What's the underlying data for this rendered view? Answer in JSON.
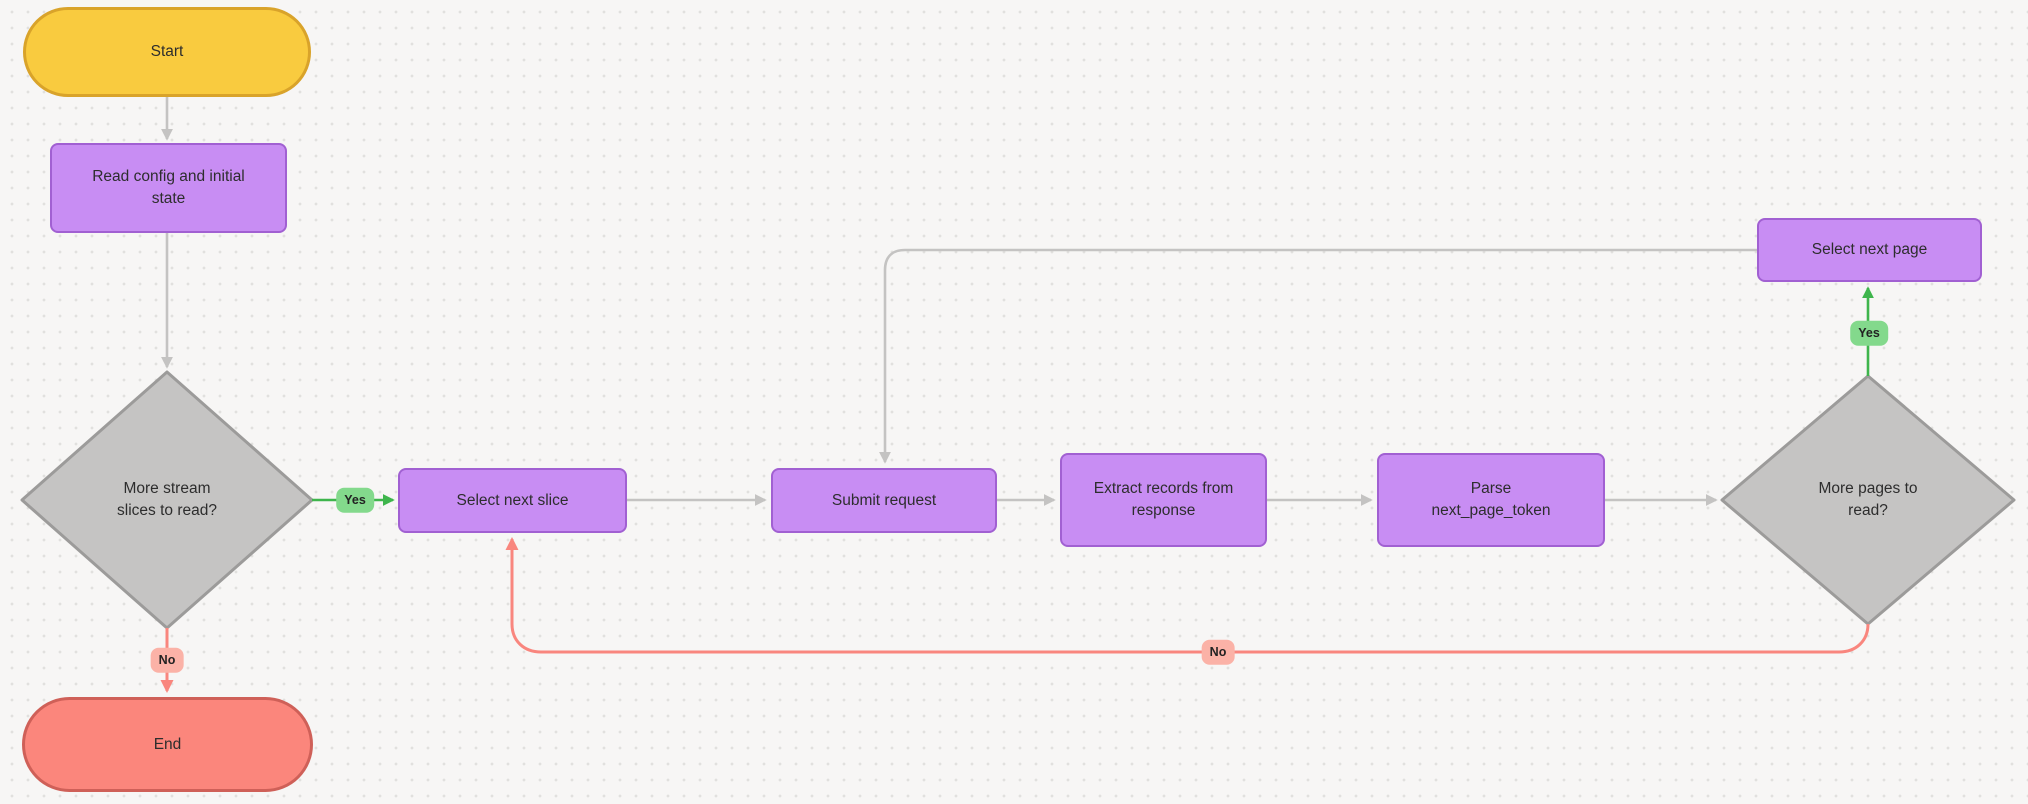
{
  "colors": {
    "bg": "#f7f6f5",
    "dot": "#e1e0de",
    "node_text": "#2d2d2d",
    "yellow_fill": "#f9cb3f",
    "yellow_border": "#d9a32a",
    "purple_fill": "#c88df3",
    "purple_border": "#a160d2",
    "gray_fill": "#c5c4c3",
    "gray_border": "#9c9b9a",
    "red_fill": "#fb867c",
    "red_border": "#cf6058",
    "green_line": "#3eb54c",
    "green_badge": "#83d98c",
    "red_line": "#f9867e",
    "red_badge": "#fbb2a7",
    "gray_line": "#c4c3c2"
  },
  "nodes": {
    "start": {
      "label": "Start",
      "shape": "stadium"
    },
    "read_config": {
      "label": "Read config and initial\nstate",
      "shape": "rect"
    },
    "more_slices": {
      "label": "More stream\nslices to read?",
      "shape": "diamond"
    },
    "select_next_slice": {
      "label": "Select next slice",
      "shape": "rect"
    },
    "submit_request": {
      "label": "Submit request",
      "shape": "rect"
    },
    "extract_records": {
      "label": "Extract records from\nresponse",
      "shape": "rect"
    },
    "parse_token": {
      "label": "Parse\nnext_page_token",
      "shape": "rect"
    },
    "more_pages": {
      "label": "More pages to\nread?",
      "shape": "diamond"
    },
    "select_next_page": {
      "label": "Select next page",
      "shape": "rect"
    },
    "end": {
      "label": "End",
      "shape": "stadium"
    }
  },
  "edge_labels": {
    "slices_yes": "Yes",
    "slices_no": "No",
    "pages_yes": "Yes",
    "pages_no": "No"
  }
}
